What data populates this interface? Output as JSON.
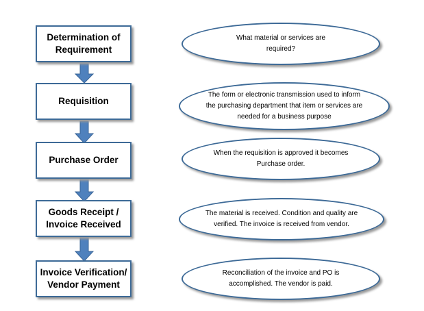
{
  "colors": {
    "border": "#3d6a97",
    "arrow_fill": "#4f81bd",
    "arrow_stroke": "#3a6597",
    "shadow": "#9a9a9a"
  },
  "steps": [
    {
      "label": "Determination of\nRequirement",
      "description": "What material or services are\nrequired?"
    },
    {
      "label": "Requisition",
      "description": "The form or electronic transmission used to inform\nthe purchasing department that item or services are\nneeded for a business purpose"
    },
    {
      "label": "Purchase Order",
      "description": "When the requisition is approved it becomes\nPurchase order."
    },
    {
      "label": "Goods Receipt /\nInvoice Received",
      "description": "The material is received. Condition and quality are\nverified. The invoice is received from vendor."
    },
    {
      "label": "Invoice Verification/\nVendor Payment",
      "description": "Reconciliation of the invoice and PO is\naccomplished. The vendor is paid."
    }
  ]
}
